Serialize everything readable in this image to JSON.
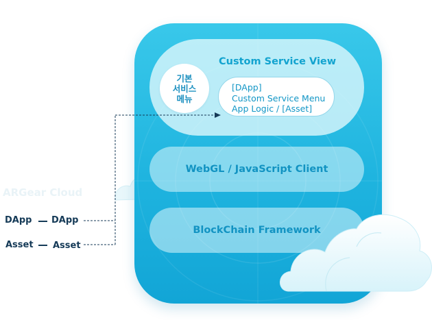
{
  "cloud_caption": "ARGear Cloud",
  "left_rows": [
    {
      "left": "DApp",
      "right": "DApp"
    },
    {
      "left": "Asset",
      "right": "Asset"
    }
  ],
  "layers": {
    "top": {
      "title": "Custom Service View",
      "basic_menu_lines": [
        "기본",
        "서비스",
        "메뉴"
      ],
      "dapp_lines": [
        "[DApp]",
        "Custom Service Menu",
        "App Logic / [Asset]"
      ]
    },
    "middle": "WebGL / JavaScript Client",
    "bottom": "BlockChain Framework"
  },
  "colors": {
    "device": "#1fb4df",
    "pill_text": "#1293c2",
    "label_dark": "#153a57",
    "cloud": "#e6f8fc"
  }
}
